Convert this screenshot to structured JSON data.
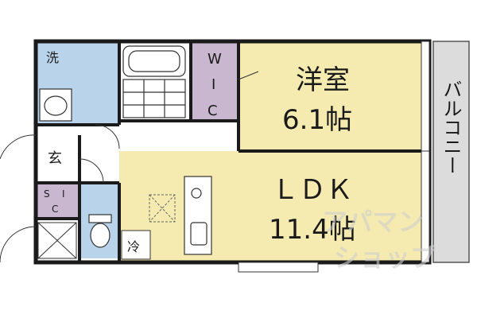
{
  "rooms": {
    "western": {
      "name": "洋室",
      "size": "6.1帖"
    },
    "ldk": {
      "name": "ＬＤＫ",
      "size": "11.4帖"
    },
    "wic": {
      "label": [
        "W",
        "I",
        "C"
      ]
    },
    "sic": {
      "label": [
        "S",
        "I",
        "C"
      ]
    },
    "balcony": {
      "label": "バルコニー"
    },
    "laundry": {
      "label": "洗"
    },
    "entrance": {
      "label": "玄"
    },
    "fridge": {
      "label": "冷"
    }
  },
  "watermark": {
    "line1": "アパマン",
    "line2": "ショップ"
  },
  "colors": {
    "wall": "#1a1a1a",
    "ldk_floor": "#f5ebb0",
    "wic_floor": "#c9b7cf",
    "water_floor": "#b8d3ea",
    "balcony_floor": "#dcdcdc",
    "neutral_floor": "#ffffff"
  }
}
